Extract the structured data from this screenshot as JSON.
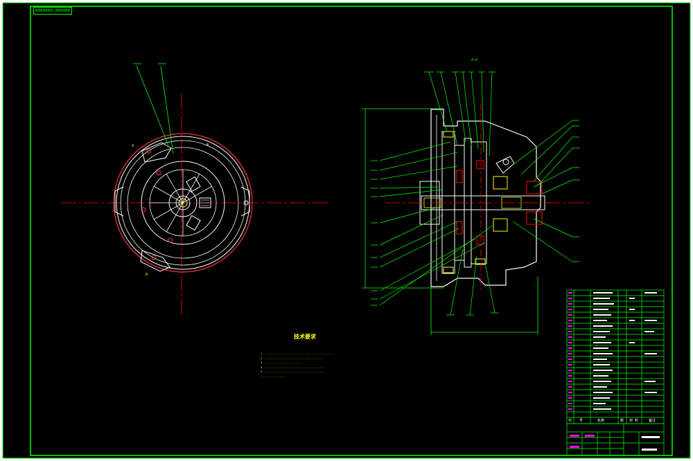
{
  "drawing": {
    "stamp_text": "0000000-000000",
    "section_label": "A—A",
    "tech_requirements_title": "技术要求",
    "tech_notes": [
      "1. ...............................................",
      "2. ........................................",
      "3. ..........................",
      "4. ........................................",
      "5. .........................................",
      "   .................."
    ]
  },
  "colors": {
    "background": "#000000",
    "primary_lines": "#ffffff",
    "frame_and_leaders": "#00ff00",
    "center_lines": "#ff0000",
    "text": "#ffff00"
  },
  "title_block": {
    "header_cells": [
      "代",
      "号",
      "名称",
      "数",
      "材",
      "料",
      "备注"
    ]
  }
}
